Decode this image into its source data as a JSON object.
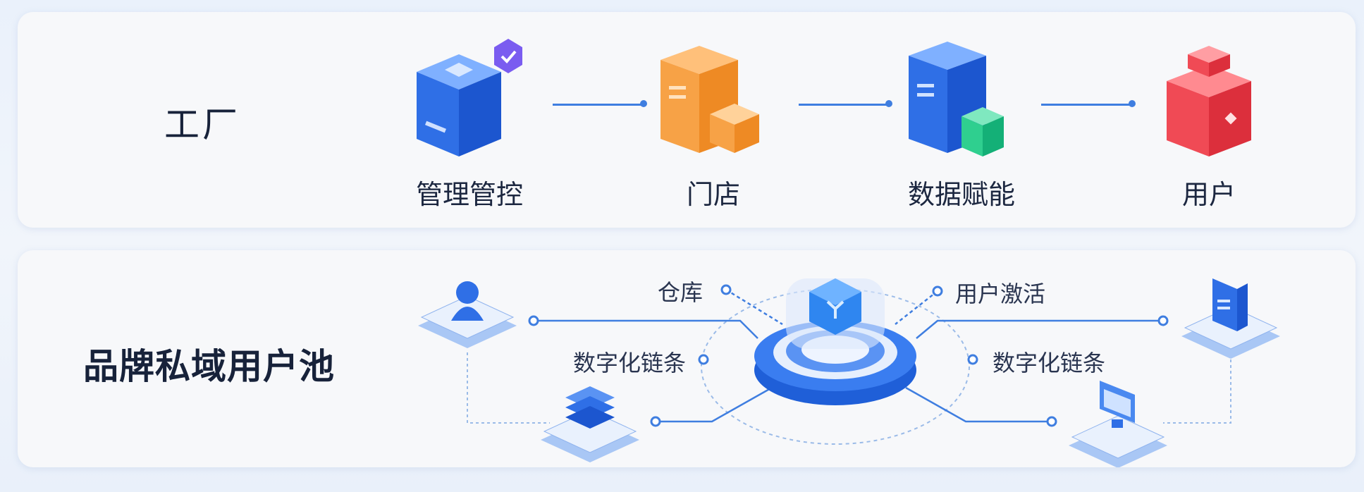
{
  "factory": {
    "title": "工厂",
    "steps": [
      {
        "label": "管理管控",
        "icon": "blue-box-check-icon",
        "color": "#2f6fe6"
      },
      {
        "label": "门店",
        "icon": "orange-boxes-icon",
        "color": "#f39a3a"
      },
      {
        "label": "数据赋能",
        "icon": "blue-server-green-cube-icon",
        "color": "#2f6fe6"
      },
      {
        "label": "用户",
        "icon": "red-gift-box-icon",
        "color": "#ea3d4a"
      }
    ]
  },
  "private_pool": {
    "title": "品牌私域用户池",
    "labels": {
      "warehouse": "仓库",
      "activation": "用户激活",
      "digital_chain_left": "数字化链条",
      "digital_chain_right": "数字化链条"
    },
    "accent": "#2f6fe6"
  }
}
